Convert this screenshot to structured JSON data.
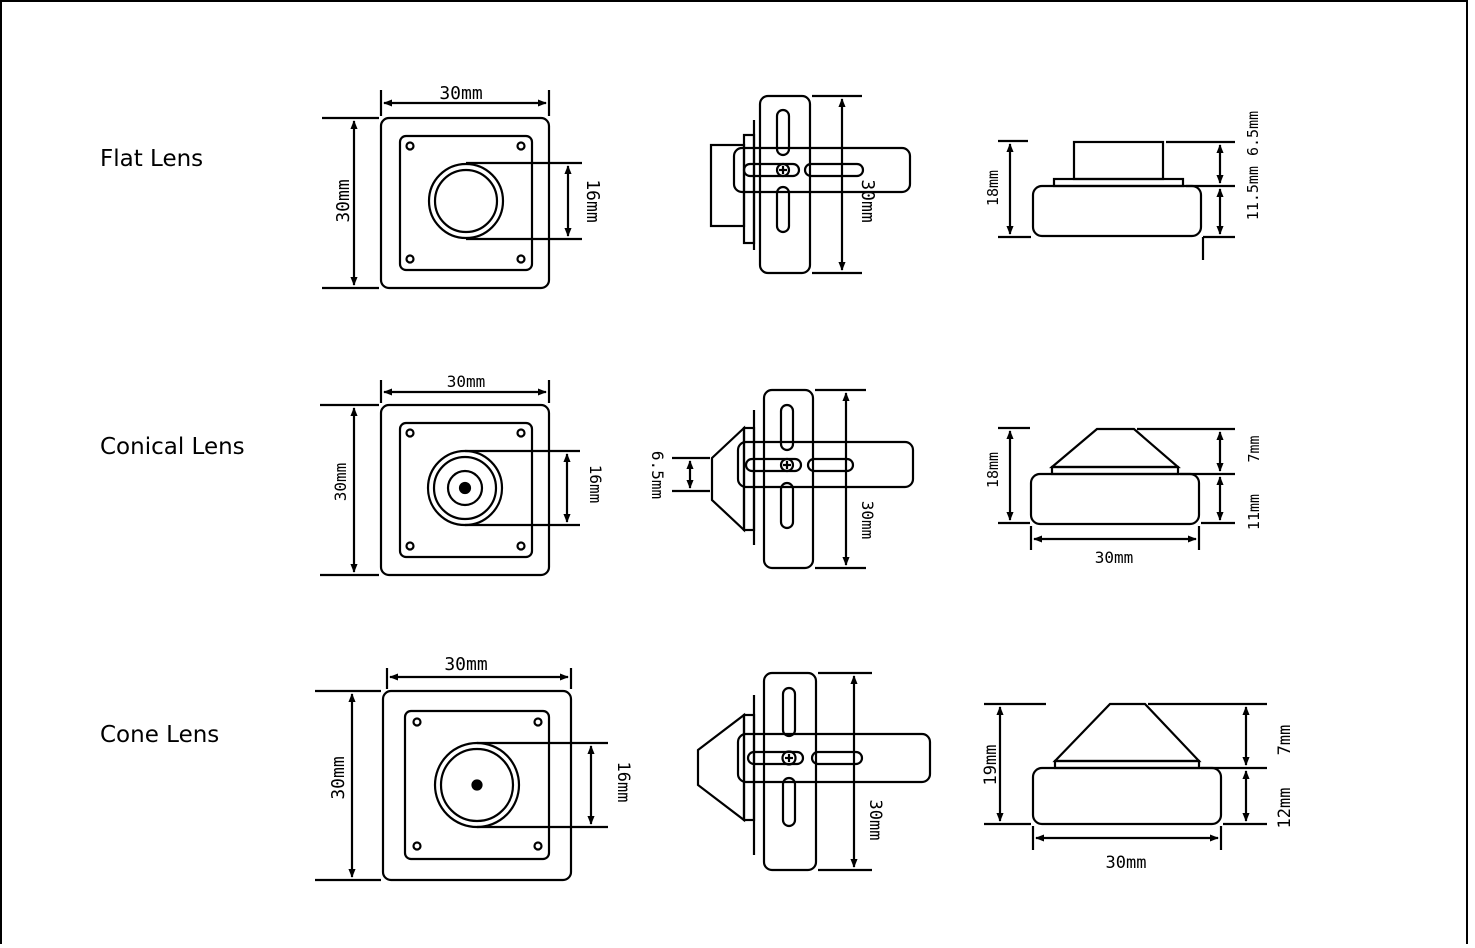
{
  "rows": [
    {
      "label": "Flat Lens",
      "front": {
        "width": "30mm",
        "height": "30mm",
        "lens": "16mm"
      },
      "side": {
        "height": "30mm"
      },
      "profile": {
        "total": "18mm",
        "lens_height": "6.5mm",
        "body_height": "11.5mm"
      }
    },
    {
      "label": "Conical Lens",
      "front": {
        "width": "30mm",
        "height": "30mm",
        "lens": "16mm"
      },
      "side": {
        "height": "30mm",
        "lens_offset": "6.5mm"
      },
      "profile": {
        "total": "18mm",
        "lens_height": "7mm",
        "body_height": "11mm",
        "width": "30mm"
      }
    },
    {
      "label": "Cone Lens",
      "front": {
        "width": "30mm",
        "height": "30mm",
        "lens": "16mm"
      },
      "side": {
        "height": "30mm"
      },
      "profile": {
        "total": "19mm",
        "lens_height": "7mm",
        "body_height": "12mm",
        "width": "30mm"
      }
    }
  ]
}
